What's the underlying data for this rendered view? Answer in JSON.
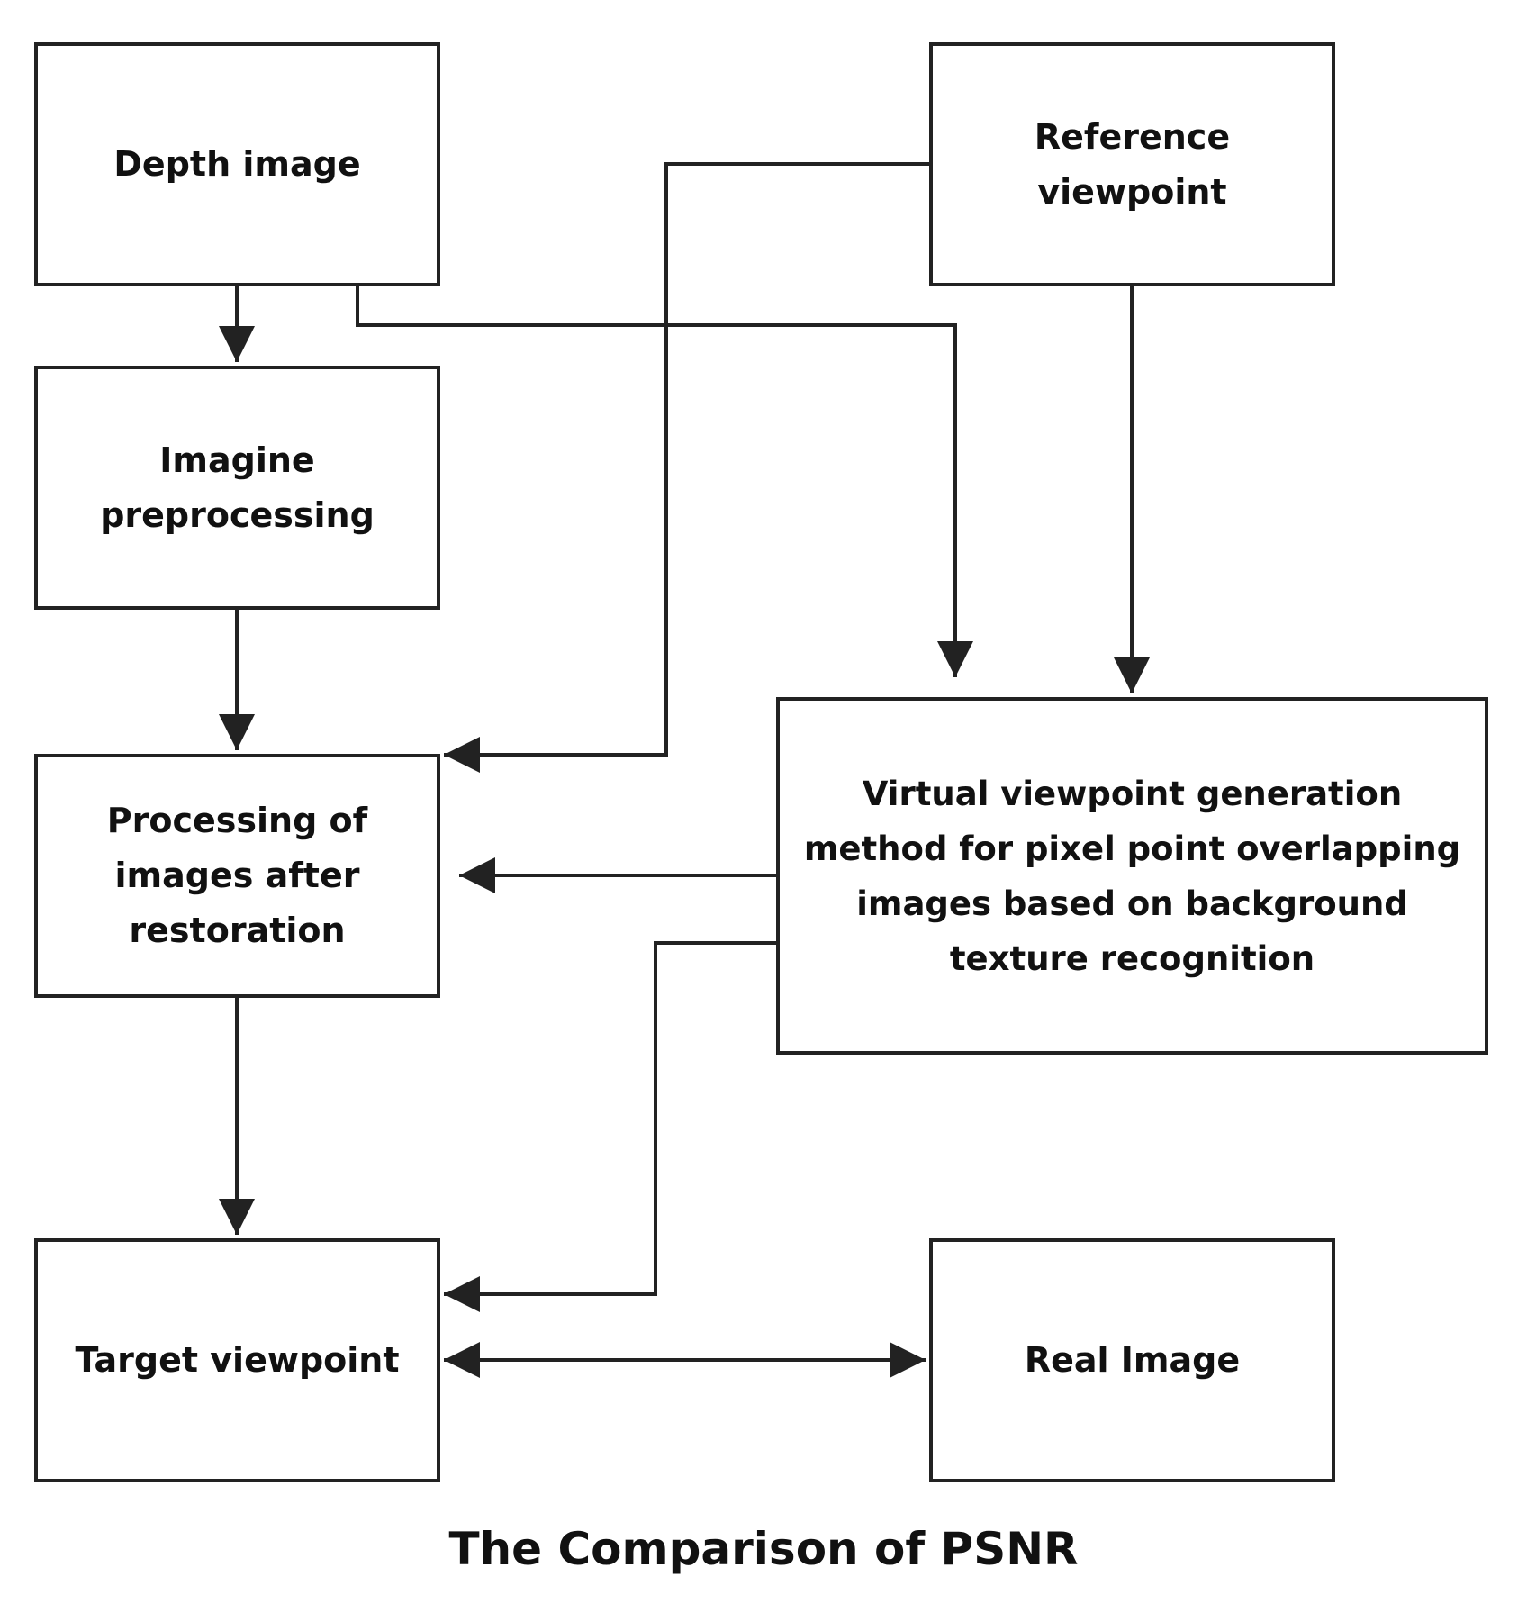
{
  "diagram": {
    "colors": {
      "stroke": "#222222",
      "text": "#111111",
      "background": "#ffffff"
    },
    "nodes": {
      "depth_image": {
        "label": "Depth image"
      },
      "reference_viewpoint": {
        "label": "Reference\nviewpoint"
      },
      "image_preprocessing": {
        "label": "Imagine\npreprocessing"
      },
      "processing_after_restoration": {
        "label": "Processing of\nimages after\nrestoration"
      },
      "virtual_viewpoint_method": {
        "label": "Virtual viewpoint generation\nmethod for pixel point overlapping\nimages based on background\ntexture recognition"
      },
      "target_viewpoint": {
        "label": "Target viewpoint"
      },
      "real_image": {
        "label": "Real Image"
      }
    },
    "edges": [
      {
        "from": "depth_image",
        "to": "image_preprocessing"
      },
      {
        "from": "depth_image",
        "to": "virtual_viewpoint_method"
      },
      {
        "from": "reference_viewpoint",
        "to": "virtual_viewpoint_method"
      },
      {
        "from": "reference_viewpoint",
        "to": "processing_after_restoration"
      },
      {
        "from": "image_preprocessing",
        "to": "processing_after_restoration"
      },
      {
        "from": "virtual_viewpoint_method",
        "to": "processing_after_restoration"
      },
      {
        "from": "virtual_viewpoint_method",
        "to": "target_viewpoint"
      },
      {
        "from": "processing_after_restoration",
        "to": "target_viewpoint"
      },
      {
        "from": "target_viewpoint",
        "to": "real_image",
        "bidirectional": true
      }
    ],
    "caption": "The Comparison of PSNR"
  }
}
